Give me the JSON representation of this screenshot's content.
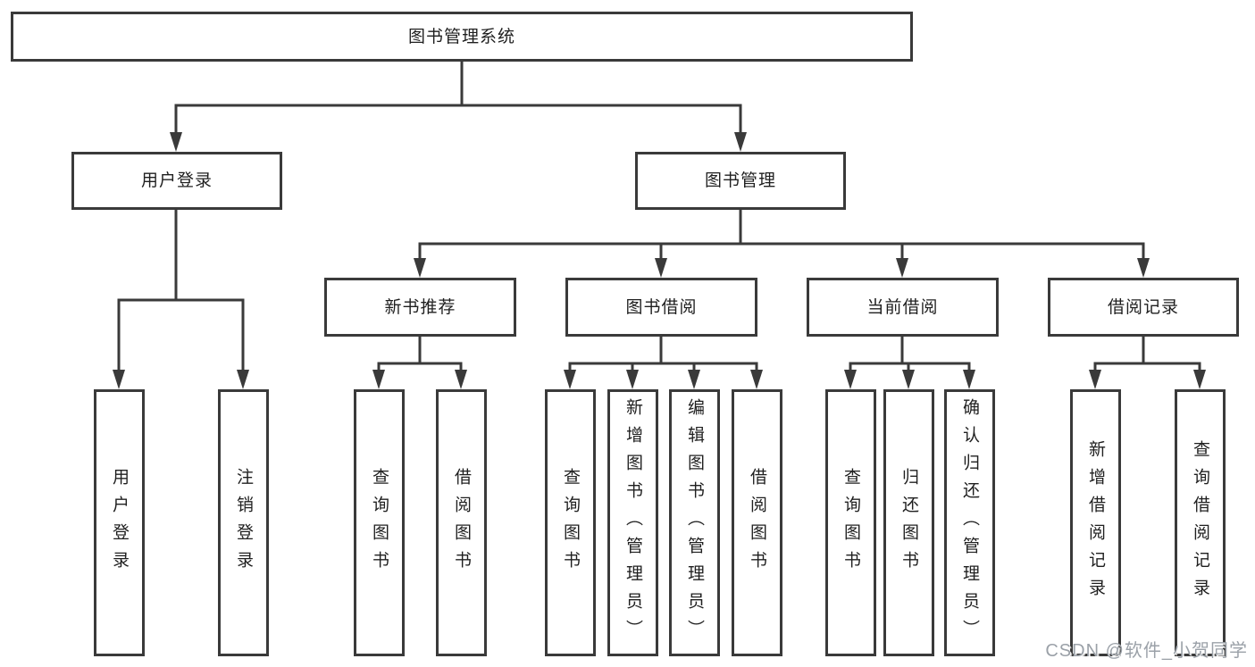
{
  "diagram": {
    "root": {
      "label": "图书管理系统"
    },
    "branches": [
      {
        "label": "用户登录",
        "children": [
          {
            "label": "用户登录"
          },
          {
            "label": "注销登录"
          }
        ]
      },
      {
        "label": "图书管理",
        "children": [
          {
            "label": "新书推荐",
            "children": [
              {
                "label": "查询图书"
              },
              {
                "label": "借阅图书"
              }
            ]
          },
          {
            "label": "图书借阅",
            "children": [
              {
                "label": "查询图书"
              },
              {
                "label": "新增图书（管理员）"
              },
              {
                "label": "编辑图书（管理员）"
              },
              {
                "label": "借阅图书"
              }
            ]
          },
          {
            "label": "当前借阅",
            "children": [
              {
                "label": "查询图书"
              },
              {
                "label": "归还图书"
              },
              {
                "label": "确认归还（管理员）"
              }
            ]
          },
          {
            "label": "借阅记录",
            "children": [
              {
                "label": "新增借阅记录"
              },
              {
                "label": "查询借阅记录"
              }
            ]
          }
        ]
      }
    ]
  },
  "watermark": {
    "text": "CSDN @软件_小贺同学"
  },
  "colors": {
    "line": "#3a3a3a",
    "box_border": "#3a3a3a",
    "text": "#1f1f1f",
    "background": "#ffffff",
    "watermark_text": "#9ba1a8"
  }
}
